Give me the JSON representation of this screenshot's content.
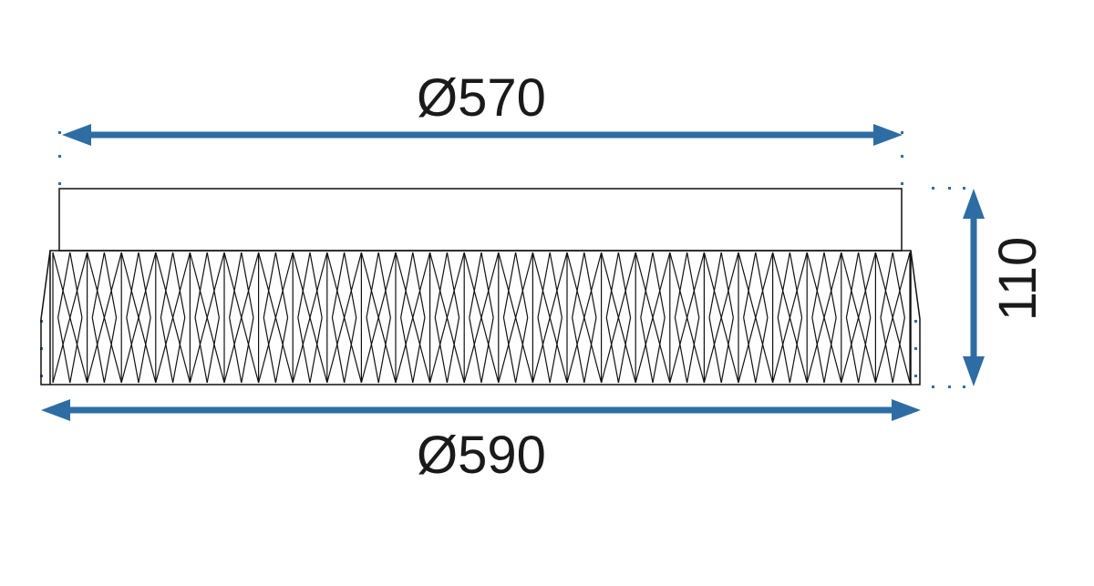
{
  "dimensions": {
    "top_diameter": "Ø570",
    "bottom_diameter": "Ø590",
    "height": "110"
  },
  "colors": {
    "dimension_arrow": "#2e6da4",
    "guide_dots": "#2e6da4",
    "outline": "#111111",
    "label": "#1a1a1a"
  },
  "lamp": {
    "shade_pattern": "diamond-lattice"
  }
}
